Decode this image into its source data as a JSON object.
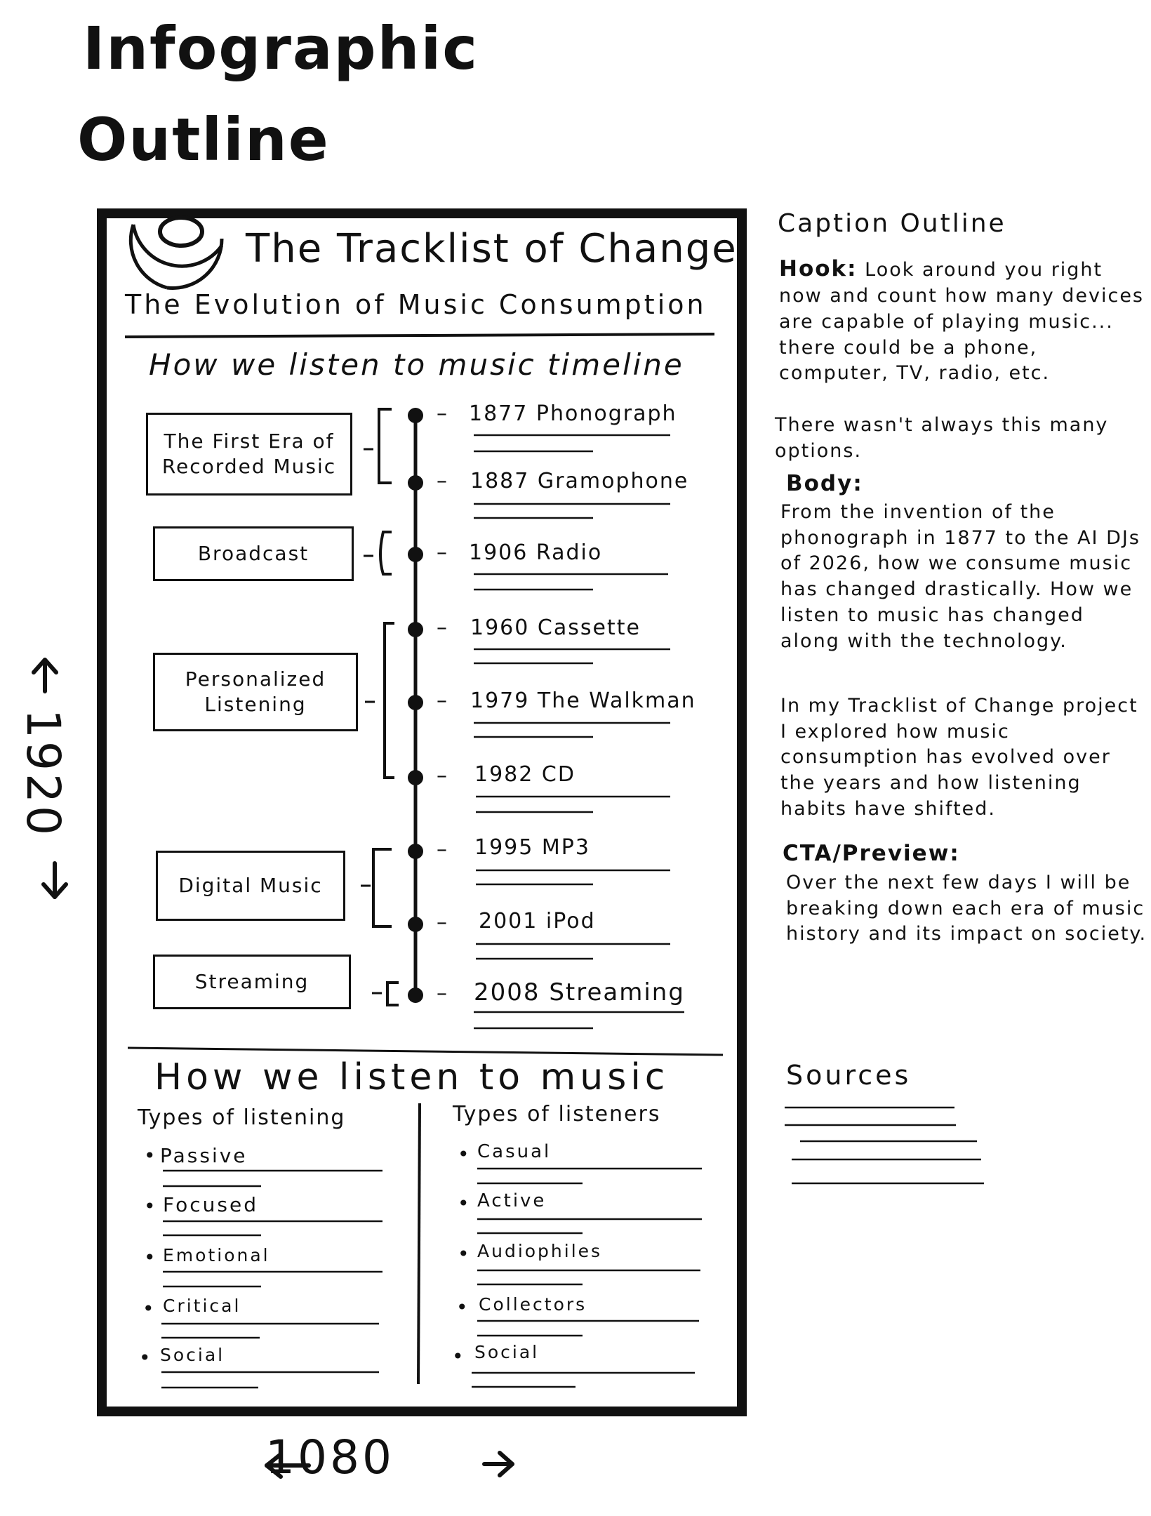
{
  "header": {
    "title_line1": "Infographic",
    "title_line2": "Outline"
  },
  "infographic": {
    "title": "The Tracklist of Change",
    "subtitle": "The Evolution of Music Consumption",
    "timeline_heading": "How we listen to music timeline",
    "eras": [
      {
        "label": "The First Era of Recorded Music",
        "events": [
          "1877 Phonograph",
          "1887 Gramophone"
        ]
      },
      {
        "label": "Broadcast",
        "events": [
          "1906 Radio"
        ]
      },
      {
        "label": "Personalized Listening",
        "events": [
          "1960 Cassette",
          "1979 The Walkman",
          "1982 CD"
        ]
      },
      {
        "label": "Digital Music",
        "events": [
          "1995 MP3",
          "2001 iPod"
        ]
      },
      {
        "label": "Streaming",
        "events": [
          "2008 Streaming"
        ]
      }
    ],
    "section2_heading": "How we listen to music",
    "types_of_listening": {
      "heading": "Types of listening",
      "items": [
        "Passive",
        "Focused",
        "Emotional",
        "Critical",
        "Social"
      ]
    },
    "types_of_listeners": {
      "heading": "Types of listeners",
      "items": [
        "Casual",
        "Active",
        "Audiophiles",
        "Collectors",
        "Social"
      ]
    }
  },
  "dimensions": {
    "width_label": "1080",
    "height_label": "1920"
  },
  "caption_outline": {
    "heading": "Caption Outline",
    "hook_label": "Hook:",
    "hook_text": "Look around you right now and count how many devices are capable of playing music... there could be a phone, computer, TV, radio, etc.",
    "hook_text2": "There wasn't always this many options.",
    "body_label": "Body:",
    "body_text1": "From the invention of the phonograph in 1877 to the AI DJs of 2026, how we consume music has changed drastically. How we listen to music has changed along with the technology.",
    "body_text2": "In my Tracklist of Change project I explored how music consumption has evolved over the years and how listening habits have shifted.",
    "cta_label": "CTA/Preview:",
    "cta_text": "Over the next few days I will be breaking down each era of music history and its impact on society.",
    "sources_heading": "Sources"
  }
}
